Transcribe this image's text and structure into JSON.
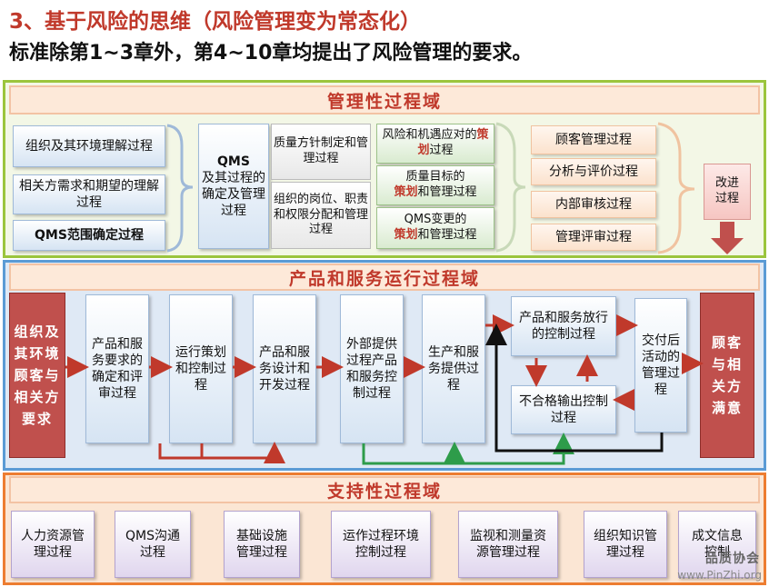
{
  "title_line1": "3、基于风险的思维（风险管理变为常态化）",
  "title_line2": "标准除第1~3章外，第4~10章均提出了风险管理的要求。",
  "management": {
    "label": "管理性过程域",
    "context_processes": [
      "组织及其环境理解过程",
      "相关方需求和期望的理解过程",
      "QMS范围确定过程"
    ],
    "qms_process_l1": "QMS",
    "qms_process_l2": "及其过程的确定及管理过程",
    "policy_process": "质量方针制定和管理过程",
    "role_process": "组织的岗位、职责和权限分配和管理过程",
    "risk_a": "风险和机遇应对的",
    "risk_hl": "策划",
    "risk_b": "过程",
    "obj_a": "质量目标的",
    "obj_hl": "策划",
    "obj_b": "和管理过程",
    "chg_a": "QMS变更的",
    "chg_hl": "策划",
    "chg_b": "和管理过程",
    "eval_processes": [
      "顾客管理过程",
      "分析与评价过程",
      "内部审核过程",
      "管理评审过程"
    ],
    "improve": "改进过程"
  },
  "operation": {
    "label": "产品和服务运行过程域",
    "input": "组织及其环境顾客与相关方要求",
    "steps": [
      "产品和服务要求的确定和评审过程",
      "运行策划和控制过程",
      "产品和服务设计和开发过程",
      "外部提供过程产品和服务控制过程",
      "生产和服务提供过程",
      "产品和服务放行的控制过程",
      "不合格输出控制过程",
      "交付后活动的管理过程"
    ],
    "output": "顾客与相关方满意"
  },
  "support": {
    "label": "支持性过程域",
    "items": [
      "人力资源管理过程",
      "QMS沟通过程",
      "基础设施管理过程",
      "运作过程环境控制过程",
      "监视和测量资源管理过程",
      "组织知识管理过程",
      "成文信息控制"
    ]
  },
  "watermark": {
    "brand": "品质协会",
    "url": "www.PinZhi.org"
  },
  "colors": {
    "title_red": "#c0392b",
    "highlight_red": "#c0392b",
    "mgmt_border": "#9bc53d",
    "op_border": "#5b9bd5",
    "sup_border": "#ed7d31",
    "arrow_red": "#c0392b",
    "arrow_green": "#2e9c4a"
  }
}
